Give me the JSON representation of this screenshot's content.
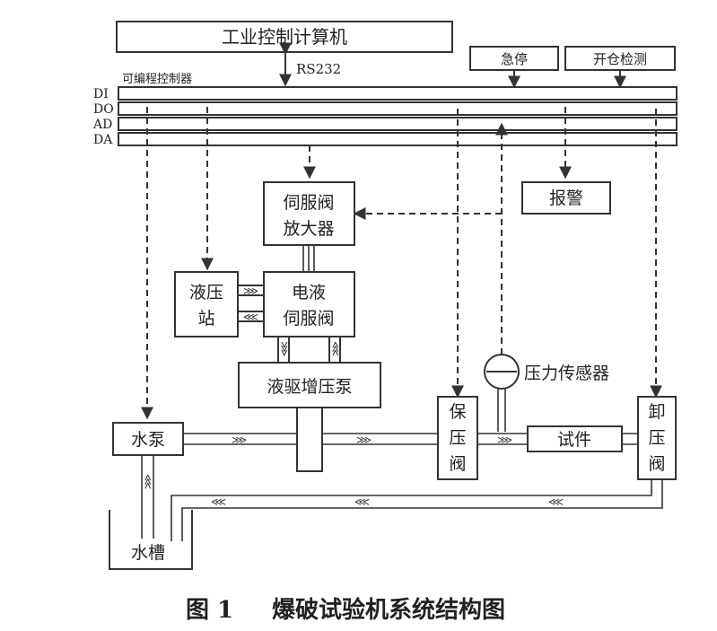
{
  "labels": {
    "computer": "工业控制计算机",
    "rs232": "RS232",
    "plc": "可编程控制器",
    "estop": "急停",
    "open_detect": "开仓检测",
    "bus_di": "DI",
    "bus_do": "DO",
    "bus_ad": "AD",
    "bus_da": "DA",
    "servo_amp_1": "伺服阀",
    "servo_amp_2": "放大器",
    "alarm": "报警",
    "hyd_station_1": "液压",
    "hyd_station_2": "站",
    "ehs_valve_1": "电液",
    "ehs_valve_2": "伺服阀",
    "booster_pump": "液驱增压泵",
    "pressure_sensor": "压力传感器",
    "water_pump": "水泵",
    "hold_valve_1": "保",
    "hold_valve_2": "压",
    "hold_valve_3": "阀",
    "specimen": "试件",
    "unload_valve_1": "卸",
    "unload_valve_2": "压",
    "unload_valve_3": "阀",
    "water_tank": "水槽"
  },
  "caption": {
    "figure_no": "图 1",
    "title": "爆破试验机系统结构图"
  },
  "glyphs": {
    "flow_right": "⋙",
    "flow_left": "⋘",
    "flow_up": "⋘",
    "flow_down": "⋙"
  }
}
